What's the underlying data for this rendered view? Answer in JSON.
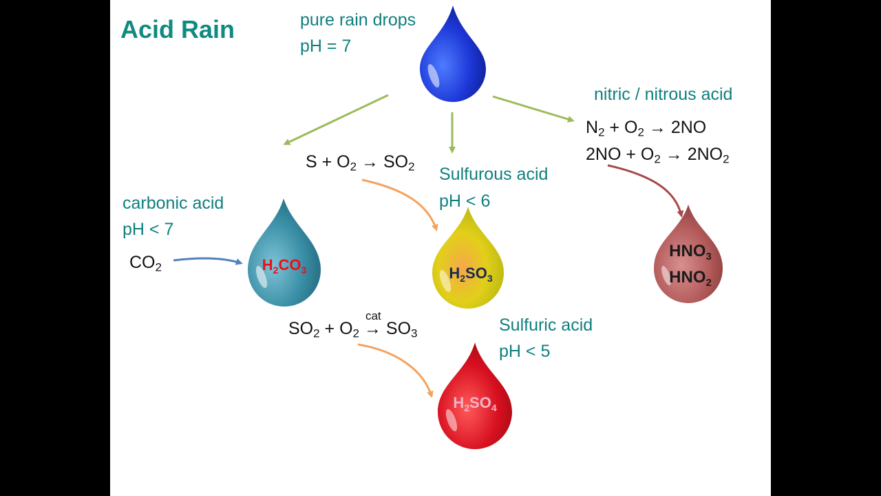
{
  "title": "Acid Rain",
  "pure": {
    "label": "pure rain drops",
    "ph": "pH = 7"
  },
  "nitric": {
    "label": "nitric / nitrous acid",
    "eq1": {
      "n": "N",
      "n_sub": "2",
      "mid": " + O",
      "o_sub": "2",
      "arrow": " → ",
      "product": "2NO"
    },
    "eq2": {
      "lhs": "2NO + O",
      "o_sub": "2",
      "arrow": " → ",
      "product": "2NO",
      "p_sub": "2"
    }
  },
  "sulfur_eq": {
    "lhs": "S + O",
    "o_sub": "2",
    "arrow": " → ",
    "product": "SO",
    "p_sub": "2"
  },
  "sulfurous": {
    "label": "Sulfurous acid",
    "ph": "pH < 6"
  },
  "carbonic": {
    "label": "carbonic acid",
    "ph": "pH < 7",
    "reactant": "CO",
    "reactant_sub": "2"
  },
  "cat_eq": {
    "lhs1": "SO",
    "sub1": "2",
    "mid": " + O",
    "sub2": "2",
    "arrow": "→",
    "cat": "cat",
    "product": "SO",
    "sub3": "3"
  },
  "sulfuric": {
    "label": "Sulfuric acid",
    "ph": "pH < 5"
  },
  "drops": {
    "h2co3": {
      "a": "H",
      "a_sub": "2",
      "b": "CO",
      "b_sub": "3"
    },
    "h2so3": {
      "a": "H",
      "a_sub": "2",
      "b": "SO",
      "b_sub": "3"
    },
    "hno3": {
      "a": "HNO",
      "a_sub": "3"
    },
    "hno2": {
      "a": "HNO",
      "a_sub": "2"
    },
    "h2so4": {
      "a": "H",
      "a_sub": "2",
      "b": "SO",
      "b_sub": "4"
    }
  },
  "colors": {
    "title": "#0f8a80",
    "label_teal": "#0f7f7d",
    "arrow_green": "#9bbb59",
    "arrow_orange": "#f5a25d",
    "arrow_blue": "#4f81bd",
    "arrow_red": "#a94747",
    "drop_blue": "#1f3fd0",
    "drop_teal": "#3a8fa6",
    "drop_yellow": "#c9cc12",
    "drop_red": "#d41020",
    "drop_rose": "#b35a5a"
  }
}
